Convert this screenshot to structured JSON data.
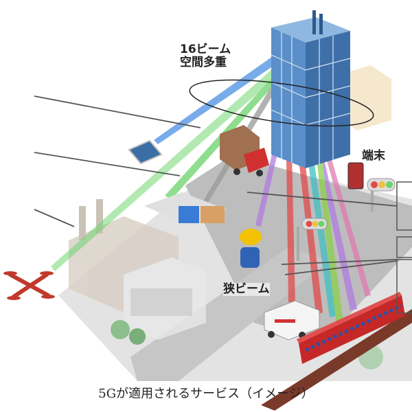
{
  "labels": {
    "beam_count": "16ビーム",
    "spatial_multiplexing": "空間多重",
    "terminal": "端末",
    "narrow_beam": "狭ビーム"
  },
  "caption": "5Gが適用されるサービス（イメージ）",
  "colors": {
    "tower": "#5b8fc9",
    "ground": "#d9d9d9",
    "road": "#bdbdbd",
    "train": "#c62828",
    "drone": "#c0392b",
    "beams": [
      "#4a90e2",
      "#6ad46a",
      "#e24a4a",
      "#b07be0",
      "#f0c040",
      "#40c0c0",
      "#e07bb0",
      "#8ad04a"
    ]
  }
}
